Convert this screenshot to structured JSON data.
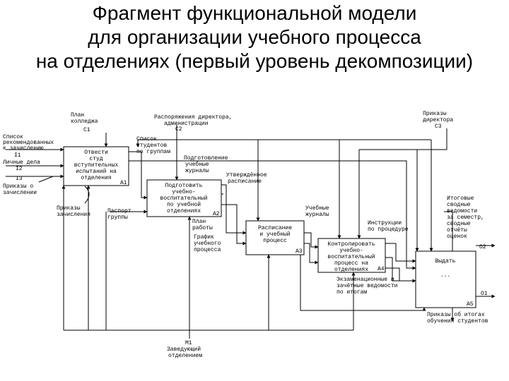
{
  "title": {
    "line1": "Фрагмент функциональной модели",
    "line2": "для организации учебного процесса",
    "line3": "на отделениях (первый уровень декомпозиции)"
  },
  "blocks": [
    {
      "text": [
        "Отвести",
        "студ",
        "вступительных",
        "испытаний на",
        "отделения"
      ],
      "code": "А1"
    },
    {
      "text": [
        "Подготовить",
        "учебно-",
        "воспитательный",
        "по учебной",
        "отделениях"
      ],
      "code": "А2"
    },
    {
      "text": [
        "Расписание",
        "и учебный",
        "процесс"
      ],
      "code": "А3"
    },
    {
      "text": [
        "Контролировать",
        "учебно-",
        "воспитательный",
        "процесс на",
        "отделениях"
      ],
      "code": "А4"
    },
    {
      "text": [
        "Выдать",
        "..."
      ],
      "code": "А5"
    }
  ],
  "arrows": {
    "top_plan": [
      "План",
      "колледжа"
    ],
    "top_plan_code": "С1",
    "top_directive": [
      "Распоряжения директора,",
      "администрации"
    ],
    "top_directive_code": "С2",
    "top_orders": [
      "Приказы",
      "директора"
    ],
    "top_orders_code": "С3",
    "left_list": [
      "Список",
      "рекомендованных",
      "к зачислению"
    ],
    "left_list_code": "I1",
    "left_personal": [
      "Личные дела"
    ],
    "left_personal_code": "I2",
    "left_code3": "I3",
    "left_orders": [
      "Приказы о",
      "зачислении"
    ],
    "students_list": [
      "Список",
      "студентов",
      "по группам"
    ],
    "preparation": [
      "Подготовление",
      "учебные",
      "журналы"
    ],
    "approved": [
      "Утверждённое",
      "расписание"
    ],
    "journals": [
      "Учебные",
      "журналы"
    ],
    "instructions": [
      "Инструкции",
      "по процедуре"
    ],
    "admission_orders": [
      "Приказы",
      "зачисления"
    ],
    "passport": [
      "Паспорт",
      "группы"
    ],
    "work_plan": [
      "План",
      "работы"
    ],
    "schedule": [
      "График",
      "учебного",
      "процесса"
    ],
    "final_reports": [
      "Итоговые",
      "сводные",
      "ведомости",
      "за семестр,",
      "сводные",
      "отчёты",
      "оценок"
    ],
    "o2": "О2",
    "records": [
      "Экзаменационные и",
      "зачётные ведомости",
      "по итогам"
    ],
    "o1": "О1",
    "final_orders": [
      "Приказы об итогах",
      "обучения студентов"
    ],
    "mech_code": "М1",
    "mech_head": [
      "Заведующий",
      "отделением"
    ]
  }
}
